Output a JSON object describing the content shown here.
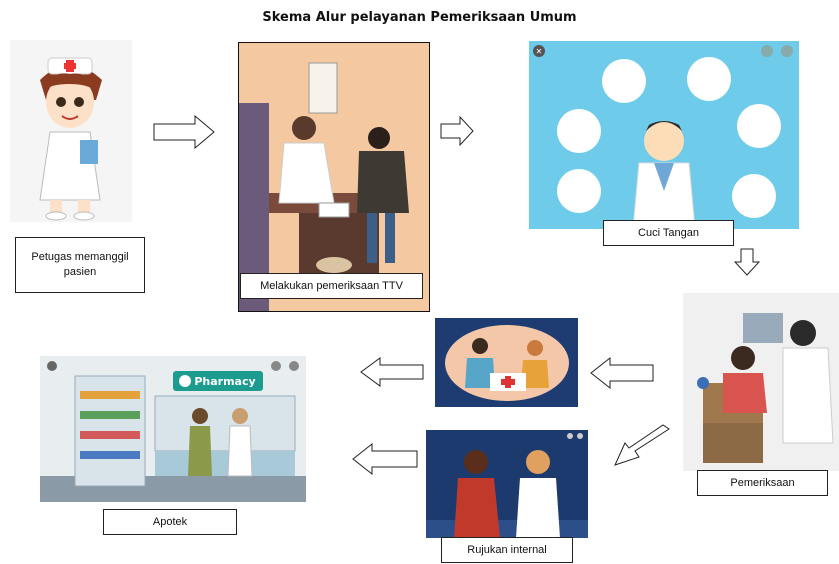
{
  "title": "Skema Alur pelayanan Pemeriksaan Umum",
  "steps": {
    "petugas": {
      "label": "Petugas memanggil pasien"
    },
    "ttv": {
      "label": "Melakukan pemeriksaan TTV"
    },
    "cuci": {
      "label": "Cuci Tangan"
    },
    "pemeriksaan": {
      "label": "Pemeriksaan"
    },
    "rujukan": {
      "label": "Rujukan internal"
    },
    "apotek": {
      "label": "Apotek",
      "sign": "Pharmacy"
    }
  },
  "colors": {
    "cuci_bg": "#6ecbe9",
    "pharmacy_sign": "#1c9c8f",
    "ttv_bg": "#f4c9a1",
    "rujukan_bg": "#1c3a6e"
  }
}
